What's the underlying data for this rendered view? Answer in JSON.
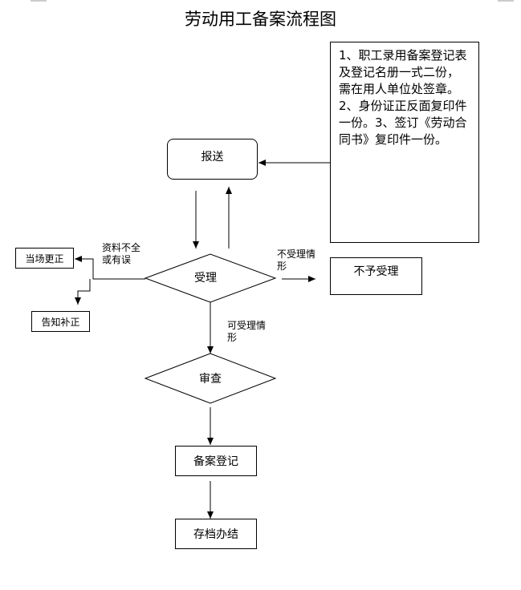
{
  "title": "劳动用工备案流程图",
  "nodes": {
    "submit": "报送",
    "accept": "受理",
    "review": "审查",
    "register": "备案登记",
    "archive": "存档办结",
    "reject": "不予受理",
    "fix_onsite": "当场更正",
    "notify_fix": "告知补正"
  },
  "notes": {
    "requirements": "1、职工录用备案登记表\n及登记名册一式二份，\n需在用人单位处签章。\n2、身份证正反面复印件\n一份。3、签订《劳动合\n同书》复印件一份。"
  },
  "edge_labels": {
    "incomplete": "资料不全\n或有误",
    "not_accepted": "不受理情\n形",
    "acceptable": "可受理情\n形"
  }
}
